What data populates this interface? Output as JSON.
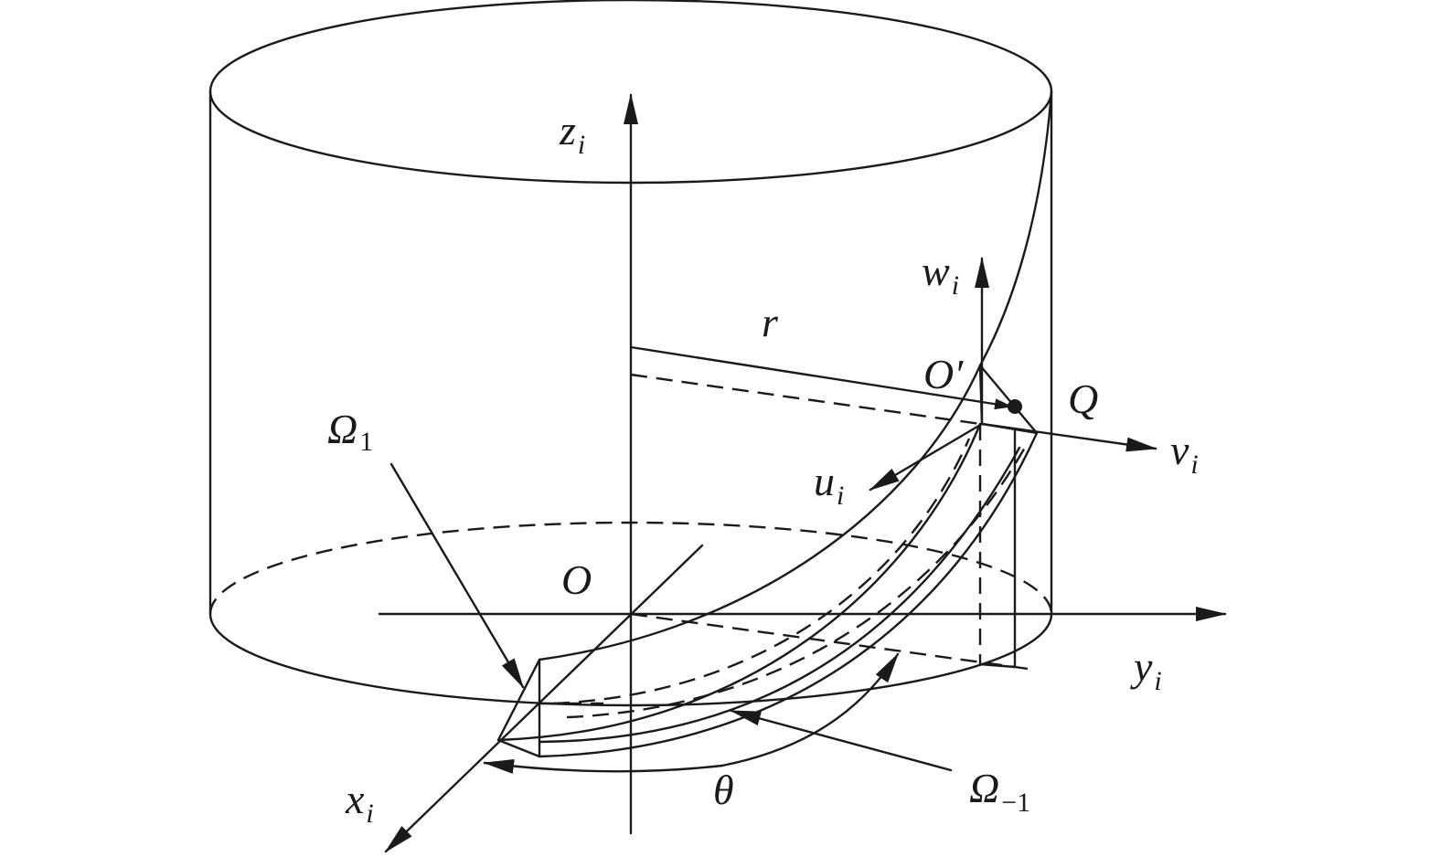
{
  "labels": {
    "z_axis": {
      "main": "z",
      "sub": "i"
    },
    "w_axis": {
      "main": "w",
      "sub": "i"
    },
    "r": "r",
    "o_prime": "O′",
    "q": "Q",
    "v_axis": {
      "main": "v",
      "sub": "i"
    },
    "u_axis": {
      "main": "u",
      "sub": "i"
    },
    "omega_1": {
      "main": "Ω",
      "sub": "1"
    },
    "origin": "O",
    "y_axis": {
      "main": "y",
      "sub": "i"
    },
    "x_axis": {
      "main": "x",
      "sub": "i"
    },
    "theta": "θ",
    "omega_minus1": {
      "main": "Ω",
      "sub": "−1"
    }
  },
  "colors": {
    "ink": "#1a1a1a",
    "background": "#ffffff"
  }
}
